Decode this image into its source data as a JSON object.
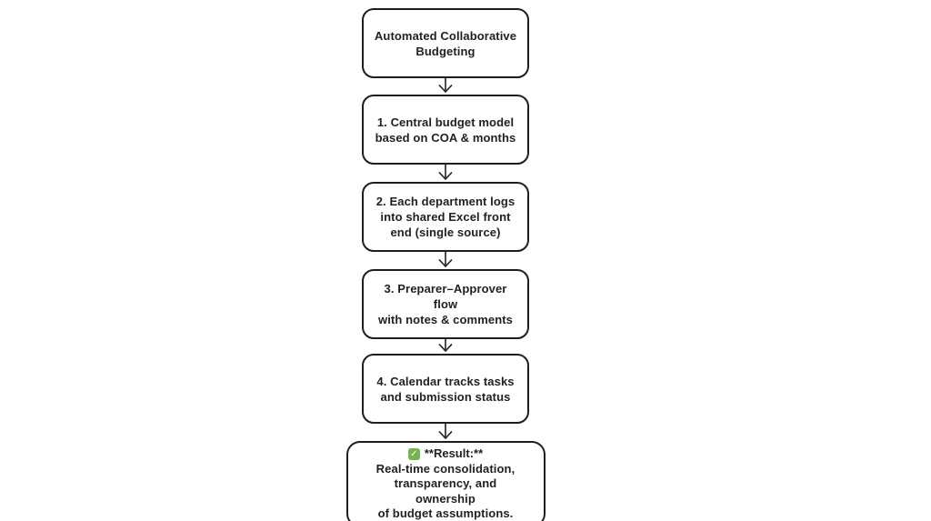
{
  "flowchart": {
    "colors": {
      "background": "#ffffff",
      "box_border": "#1e1e1e",
      "text": "#1f2023",
      "check_green": "#77b255",
      "check_mark": "#ffffff"
    },
    "boxes": [
      {
        "text": "Automated Collaborative\nBudgeting"
      },
      {
        "text": "1. Central budget model\nbased on COA & months"
      },
      {
        "text": "2. Each department logs\ninto shared Excel front\nend (single source)"
      },
      {
        "text": "3. Preparer–Approver flow\nwith notes & comments"
      },
      {
        "text": "4. Calendar tracks tasks\nand submission status"
      }
    ],
    "result_box": {
      "check_icon": "green-check-square",
      "check_glyph": "✓",
      "header": "**Result:**",
      "body": "Real-time consolidation,\ntransparency, and\nownership\nof budget assumptions."
    },
    "arrow": {
      "direction": "down",
      "count": 5
    }
  }
}
